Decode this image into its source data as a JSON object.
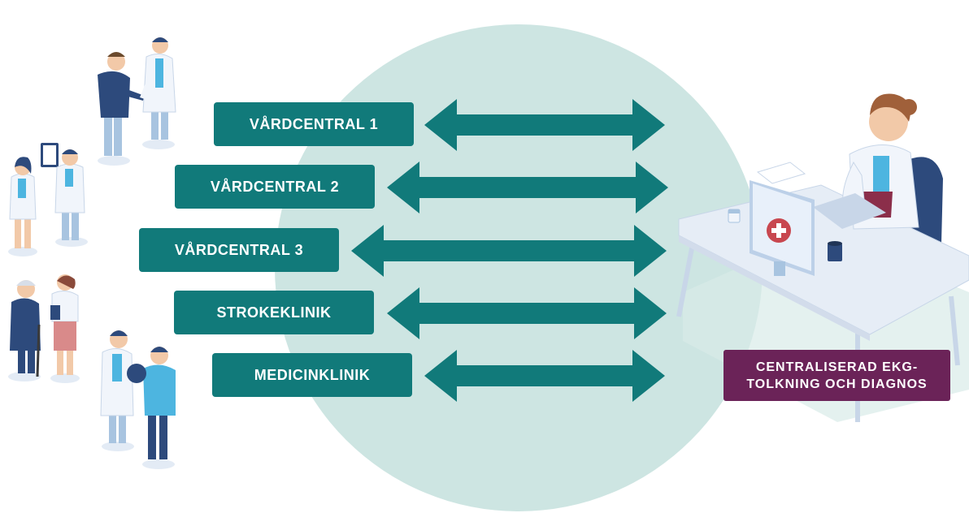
{
  "units": [
    {
      "label": "VÅRDCENTRAL 1"
    },
    {
      "label": "VÅRDCENTRAL 2"
    },
    {
      "label": "VÅRDCENTRAL 3"
    },
    {
      "label": "STROKEKLINIK"
    },
    {
      "label": "MEDICINKLINIK"
    }
  ],
  "central": {
    "line1": "CENTRALISERAD EKG-",
    "line2": "TOLKNING OCH DIAGNOS"
  },
  "colors": {
    "teal": "#117a7a",
    "circle": "#cde5e2",
    "plum": "#6b2358",
    "navy": "#2d4a7c",
    "sky": "#4db5e0",
    "desk": "#e6edf6"
  }
}
